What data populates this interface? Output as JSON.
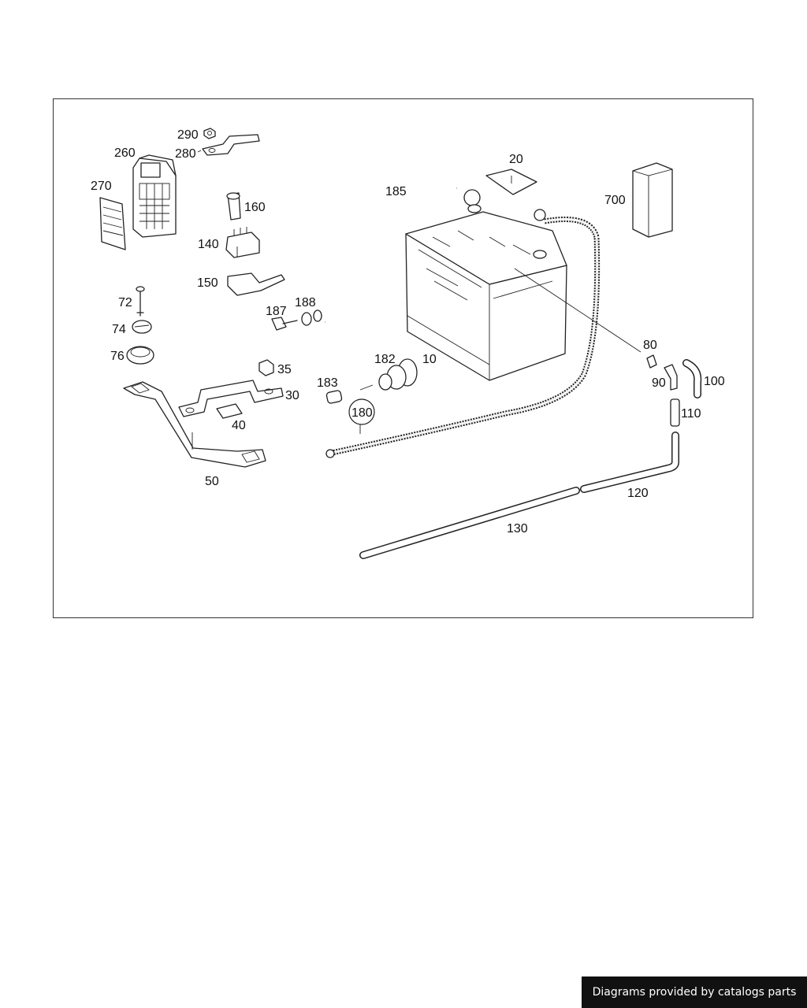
{
  "diagram": {
    "labels": [
      {
        "id": "260",
        "text": "260"
      },
      {
        "id": "270",
        "text": "270"
      },
      {
        "id": "290",
        "text": "290"
      },
      {
        "id": "280",
        "text": "280"
      },
      {
        "id": "160",
        "text": "160"
      },
      {
        "id": "140",
        "text": "140"
      },
      {
        "id": "150",
        "text": "150"
      },
      {
        "id": "185",
        "text": "185"
      },
      {
        "id": "20",
        "text": "20"
      },
      {
        "id": "700",
        "text": "700"
      },
      {
        "id": "72",
        "text": "72"
      },
      {
        "id": "74",
        "text": "74"
      },
      {
        "id": "76",
        "text": "76"
      },
      {
        "id": "187",
        "text": "187"
      },
      {
        "id": "188",
        "text": "188"
      },
      {
        "id": "35",
        "text": "35"
      },
      {
        "id": "30",
        "text": "30"
      },
      {
        "id": "40",
        "text": "40"
      },
      {
        "id": "50",
        "text": "50"
      },
      {
        "id": "183",
        "text": "183"
      },
      {
        "id": "182",
        "text": "182"
      },
      {
        "id": "10",
        "text": "10"
      },
      {
        "id": "180",
        "text": "180"
      },
      {
        "id": "80",
        "text": "80"
      },
      {
        "id": "90",
        "text": "90"
      },
      {
        "id": "100",
        "text": "100"
      },
      {
        "id": "110",
        "text": "110"
      },
      {
        "id": "120",
        "text": "120"
      },
      {
        "id": "130",
        "text": "130"
      }
    ]
  },
  "footer": {
    "text": "Diagrams provided by catalogs parts"
  }
}
